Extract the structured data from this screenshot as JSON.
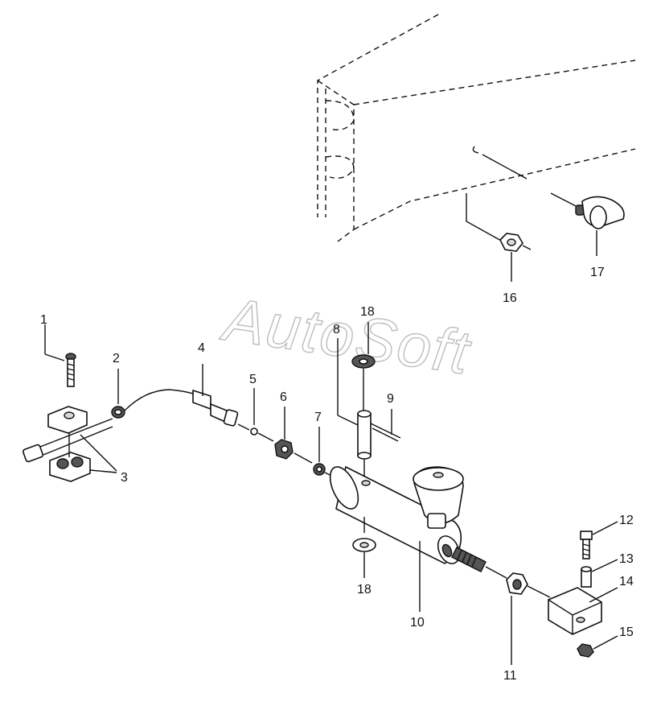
{
  "watermark": "AutoSoft",
  "callouts": {
    "c1": "1",
    "c2": "2",
    "c3": "3",
    "c4": "4",
    "c5": "5",
    "c6": "6",
    "c7": "7",
    "c8": "8",
    "c9": "9",
    "c10": "10",
    "c11": "11",
    "c12": "12",
    "c13": "13",
    "c14": "14",
    "c15": "15",
    "c16": "16",
    "c17": "17",
    "c18a": "18",
    "c18b": "18"
  }
}
